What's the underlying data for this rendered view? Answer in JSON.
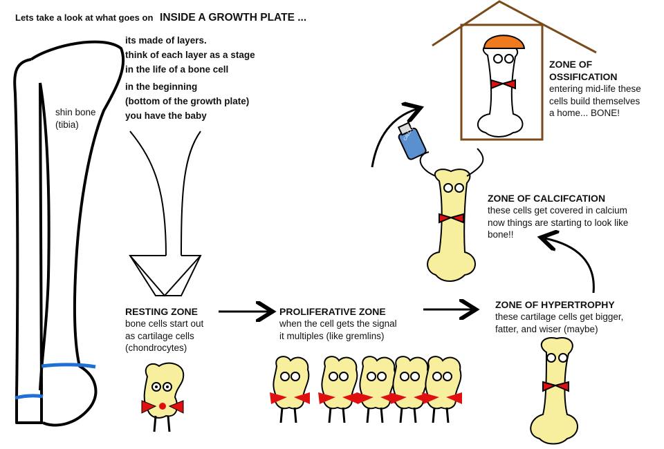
{
  "title": {
    "lead": "Lets take a look at what goes on",
    "emphasis": "INSIDE A GROWTH PLATE ..."
  },
  "intro": {
    "line1": "its made of layers.",
    "line2": "think of each layer as a stage",
    "line3": "in the life of a bone cell",
    "line4": "in the beginning",
    "line5": "(bottom of the growth plate)",
    "line6": "you have the baby"
  },
  "tibia_label": {
    "line1": "shin bone",
    "line2": "(tibia)"
  },
  "zones": {
    "resting": {
      "title": "RESTING ZONE",
      "lines": [
        "bone cells start out",
        "as cartilage cells",
        "(chondrocytes)"
      ]
    },
    "proliferative": {
      "title": "PROLIFERATIVE ZONE",
      "lines": [
        "when the cell gets the signal",
        "it multiples (like gremlins)"
      ]
    },
    "hypertrophy": {
      "title": "ZONE OF HYPERTROPHY",
      "lines": [
        "these cartilage cells get bigger,",
        "fatter, and wiser (maybe)"
      ]
    },
    "calcification": {
      "title": "ZONE OF CALCIFCATION",
      "lines": [
        "these cells get covered in calcium",
        "now things are starting to look like",
        "bone!!"
      ]
    },
    "ossification": {
      "title_line1": "ZONE OF",
      "title_line2": "OSSIFICATION",
      "lines": [
        "entering mid-life these",
        "cells build themselves",
        "a home...  BONE!"
      ]
    }
  },
  "bottle_label": "CALCIUM",
  "colors": {
    "cell_fill": "#f7ef9e",
    "bowtie": "#e01010",
    "growth_plate": "#1f6fd6",
    "house": "#7a4a1a",
    "hard_hat": "#f07a1e"
  }
}
